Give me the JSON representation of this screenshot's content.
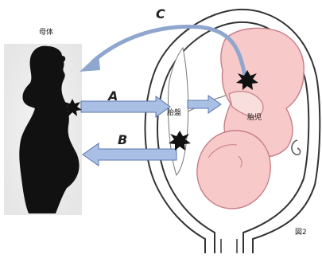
{
  "labels": {
    "mother": "母体",
    "arrow_a": "A",
    "arrow_b": "B",
    "arrow_c": "C",
    "placenta": "胎盤",
    "fetus": "胎児",
    "figure": "図2"
  },
  "colors": {
    "arrow_fill": "#a9bfe3",
    "arrow_stroke": "#5a76b3",
    "fetus_fill": "#f7c9c9",
    "fetus_stroke": "#c77f86",
    "uterus_stroke": "#333333",
    "silhouette": "#111111",
    "star": "#111111"
  }
}
